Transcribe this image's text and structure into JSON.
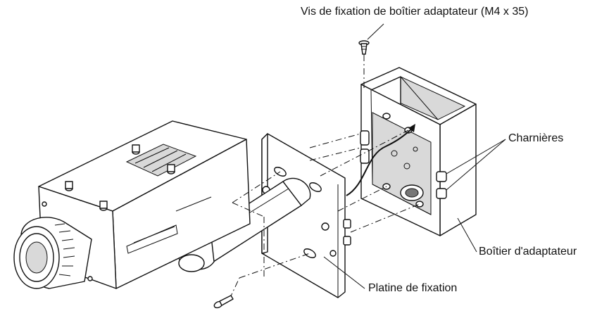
{
  "labels": {
    "screw": "Vis de fixation de boîtier adaptateur (M4 x 35)",
    "hinges": "Charnières",
    "adapter_box": "Boîtier d'adaptateur",
    "mount_plate": "Platine de fixation"
  }
}
